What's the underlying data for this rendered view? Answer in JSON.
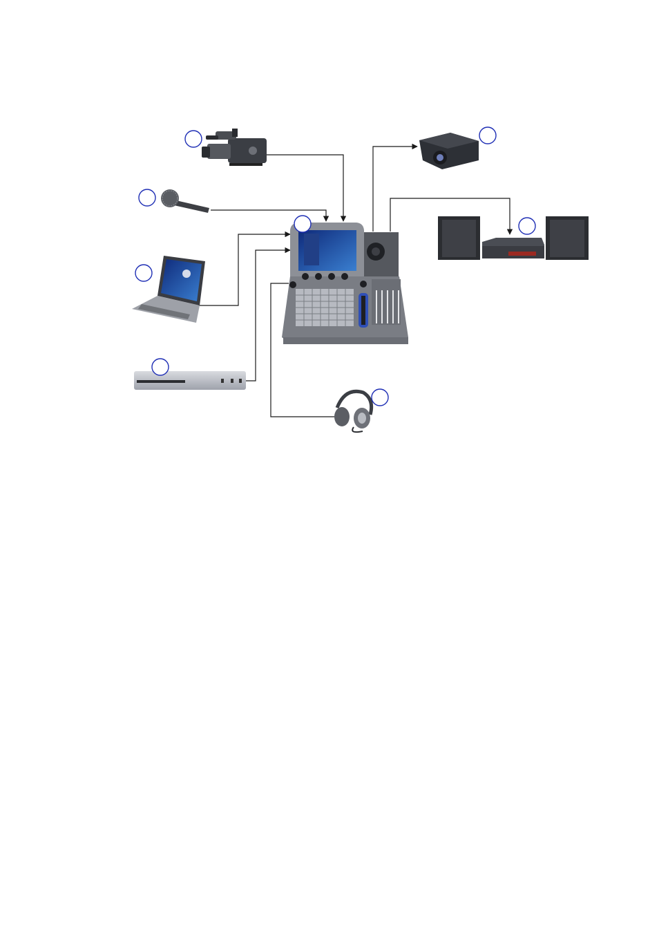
{
  "diagram": {
    "devices": [
      {
        "id": "camera",
        "icon": "video-camera-icon",
        "callout": ""
      },
      {
        "id": "microphone",
        "icon": "microphone-icon",
        "callout": ""
      },
      {
        "id": "laptop",
        "icon": "laptop-icon",
        "callout": ""
      },
      {
        "id": "dvd-player",
        "icon": "dvd-player-icon",
        "callout": ""
      },
      {
        "id": "headphones",
        "icon": "headphones-icon",
        "callout": ""
      },
      {
        "id": "mixer",
        "icon": "video-mixer-icon",
        "callout": ""
      },
      {
        "id": "projector",
        "icon": "projector-icon",
        "callout": ""
      },
      {
        "id": "speakers-amp",
        "icon": "speaker-amplifier-icon",
        "callout": ""
      }
    ],
    "connections": [
      {
        "from": "camera",
        "to": "mixer"
      },
      {
        "from": "microphone",
        "to": "mixer"
      },
      {
        "from": "laptop",
        "to": "mixer"
      },
      {
        "from": "dvd-player",
        "to": "mixer"
      },
      {
        "from": "mixer",
        "to": "headphones"
      },
      {
        "from": "mixer",
        "to": "projector"
      },
      {
        "from": "mixer",
        "to": "speakers-amp"
      }
    ],
    "colors": {
      "callout_ring": "#1f2fb5",
      "wire": "#1a1a1a",
      "device_body": "#4a4d55"
    }
  }
}
